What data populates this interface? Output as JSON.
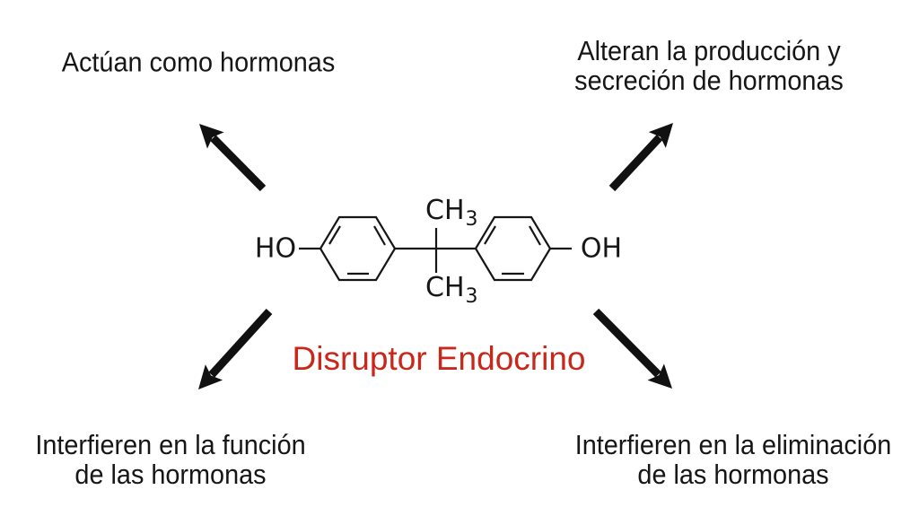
{
  "diagram": {
    "title": "Disruptor Endocrino",
    "title_color": "#c9271a",
    "ink_color": "#111111",
    "background_color": "#ffffff",
    "effects": {
      "top_left": {
        "lines": [
          "Actúan como hormonas"
        ]
      },
      "top_right": {
        "lines": [
          "Alteran la producción y",
          "secreción de hormonas"
        ]
      },
      "bottom_left": {
        "lines": [
          "Interfieren en la función",
          "de las hormonas"
        ]
      },
      "bottom_right": {
        "lines": [
          "Interfieren en la eliminación",
          "de las hormonas"
        ]
      }
    },
    "molecule": {
      "name": "bisphenol-A-structure",
      "left_group": "HO",
      "right_group": "OH",
      "methyl_top": {
        "text": "CH",
        "sub": "3"
      },
      "methyl_bottom": {
        "text": "CH",
        "sub": "3"
      }
    }
  }
}
